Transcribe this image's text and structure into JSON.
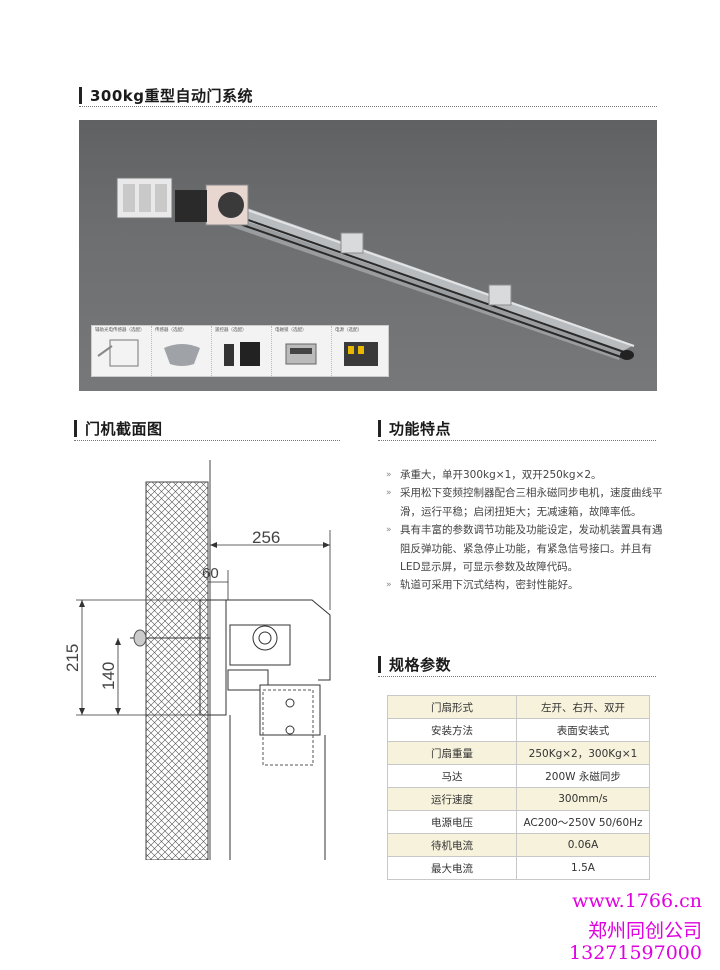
{
  "sections": {
    "system_title": "300kg重型自动门系统",
    "section_title": "门机截面图",
    "features_title": "功能特点",
    "specs_title": "规格参数"
  },
  "accessories": [
    "辅助光电传感器（选配）",
    "传感器（选配）",
    "遥控器（选配）",
    "电磁锁（选配）",
    "电源（选配）"
  ],
  "diagram": {
    "dim_width": "256",
    "dim_offset": "60",
    "dim_height_total": "215",
    "dim_height_inner": "140"
  },
  "features": [
    "承重大，单开300kg×1，双开250kg×2。",
    "采用松下变频控制器配合三相永磁同步电机，速度曲线平滑，运行平稳；启闭扭矩大；无减速箱，故障率低。",
    "具有丰富的参数调节功能及功能设定，发动机装置具有遇阻反弹功能、紧急停止功能，有紧急信号接口。并且有 LED显示屏，可显示参数及故障代码。",
    "轨道可采用下沉式结构，密封性能好。"
  ],
  "specs": [
    {
      "key": "门扇形式",
      "value": "左开、右开、双开"
    },
    {
      "key": "安装方法",
      "value": "表面安装式"
    },
    {
      "key": "门扇重量",
      "value": "250Kg×2，300Kg×1"
    },
    {
      "key": "马达",
      "value": "200W 永磁同步"
    },
    {
      "key": "运行速度",
      "value": "300mm/s"
    },
    {
      "key": "电源电压",
      "value": "AC200～250V  50/60Hz"
    },
    {
      "key": "待机电流",
      "value": "0.06A"
    },
    {
      "key": "最大电流",
      "value": "1.5A"
    }
  ],
  "footer": {
    "url": "www.1766.cn",
    "company": "郑州同创公司",
    "phone": "13271597000"
  }
}
